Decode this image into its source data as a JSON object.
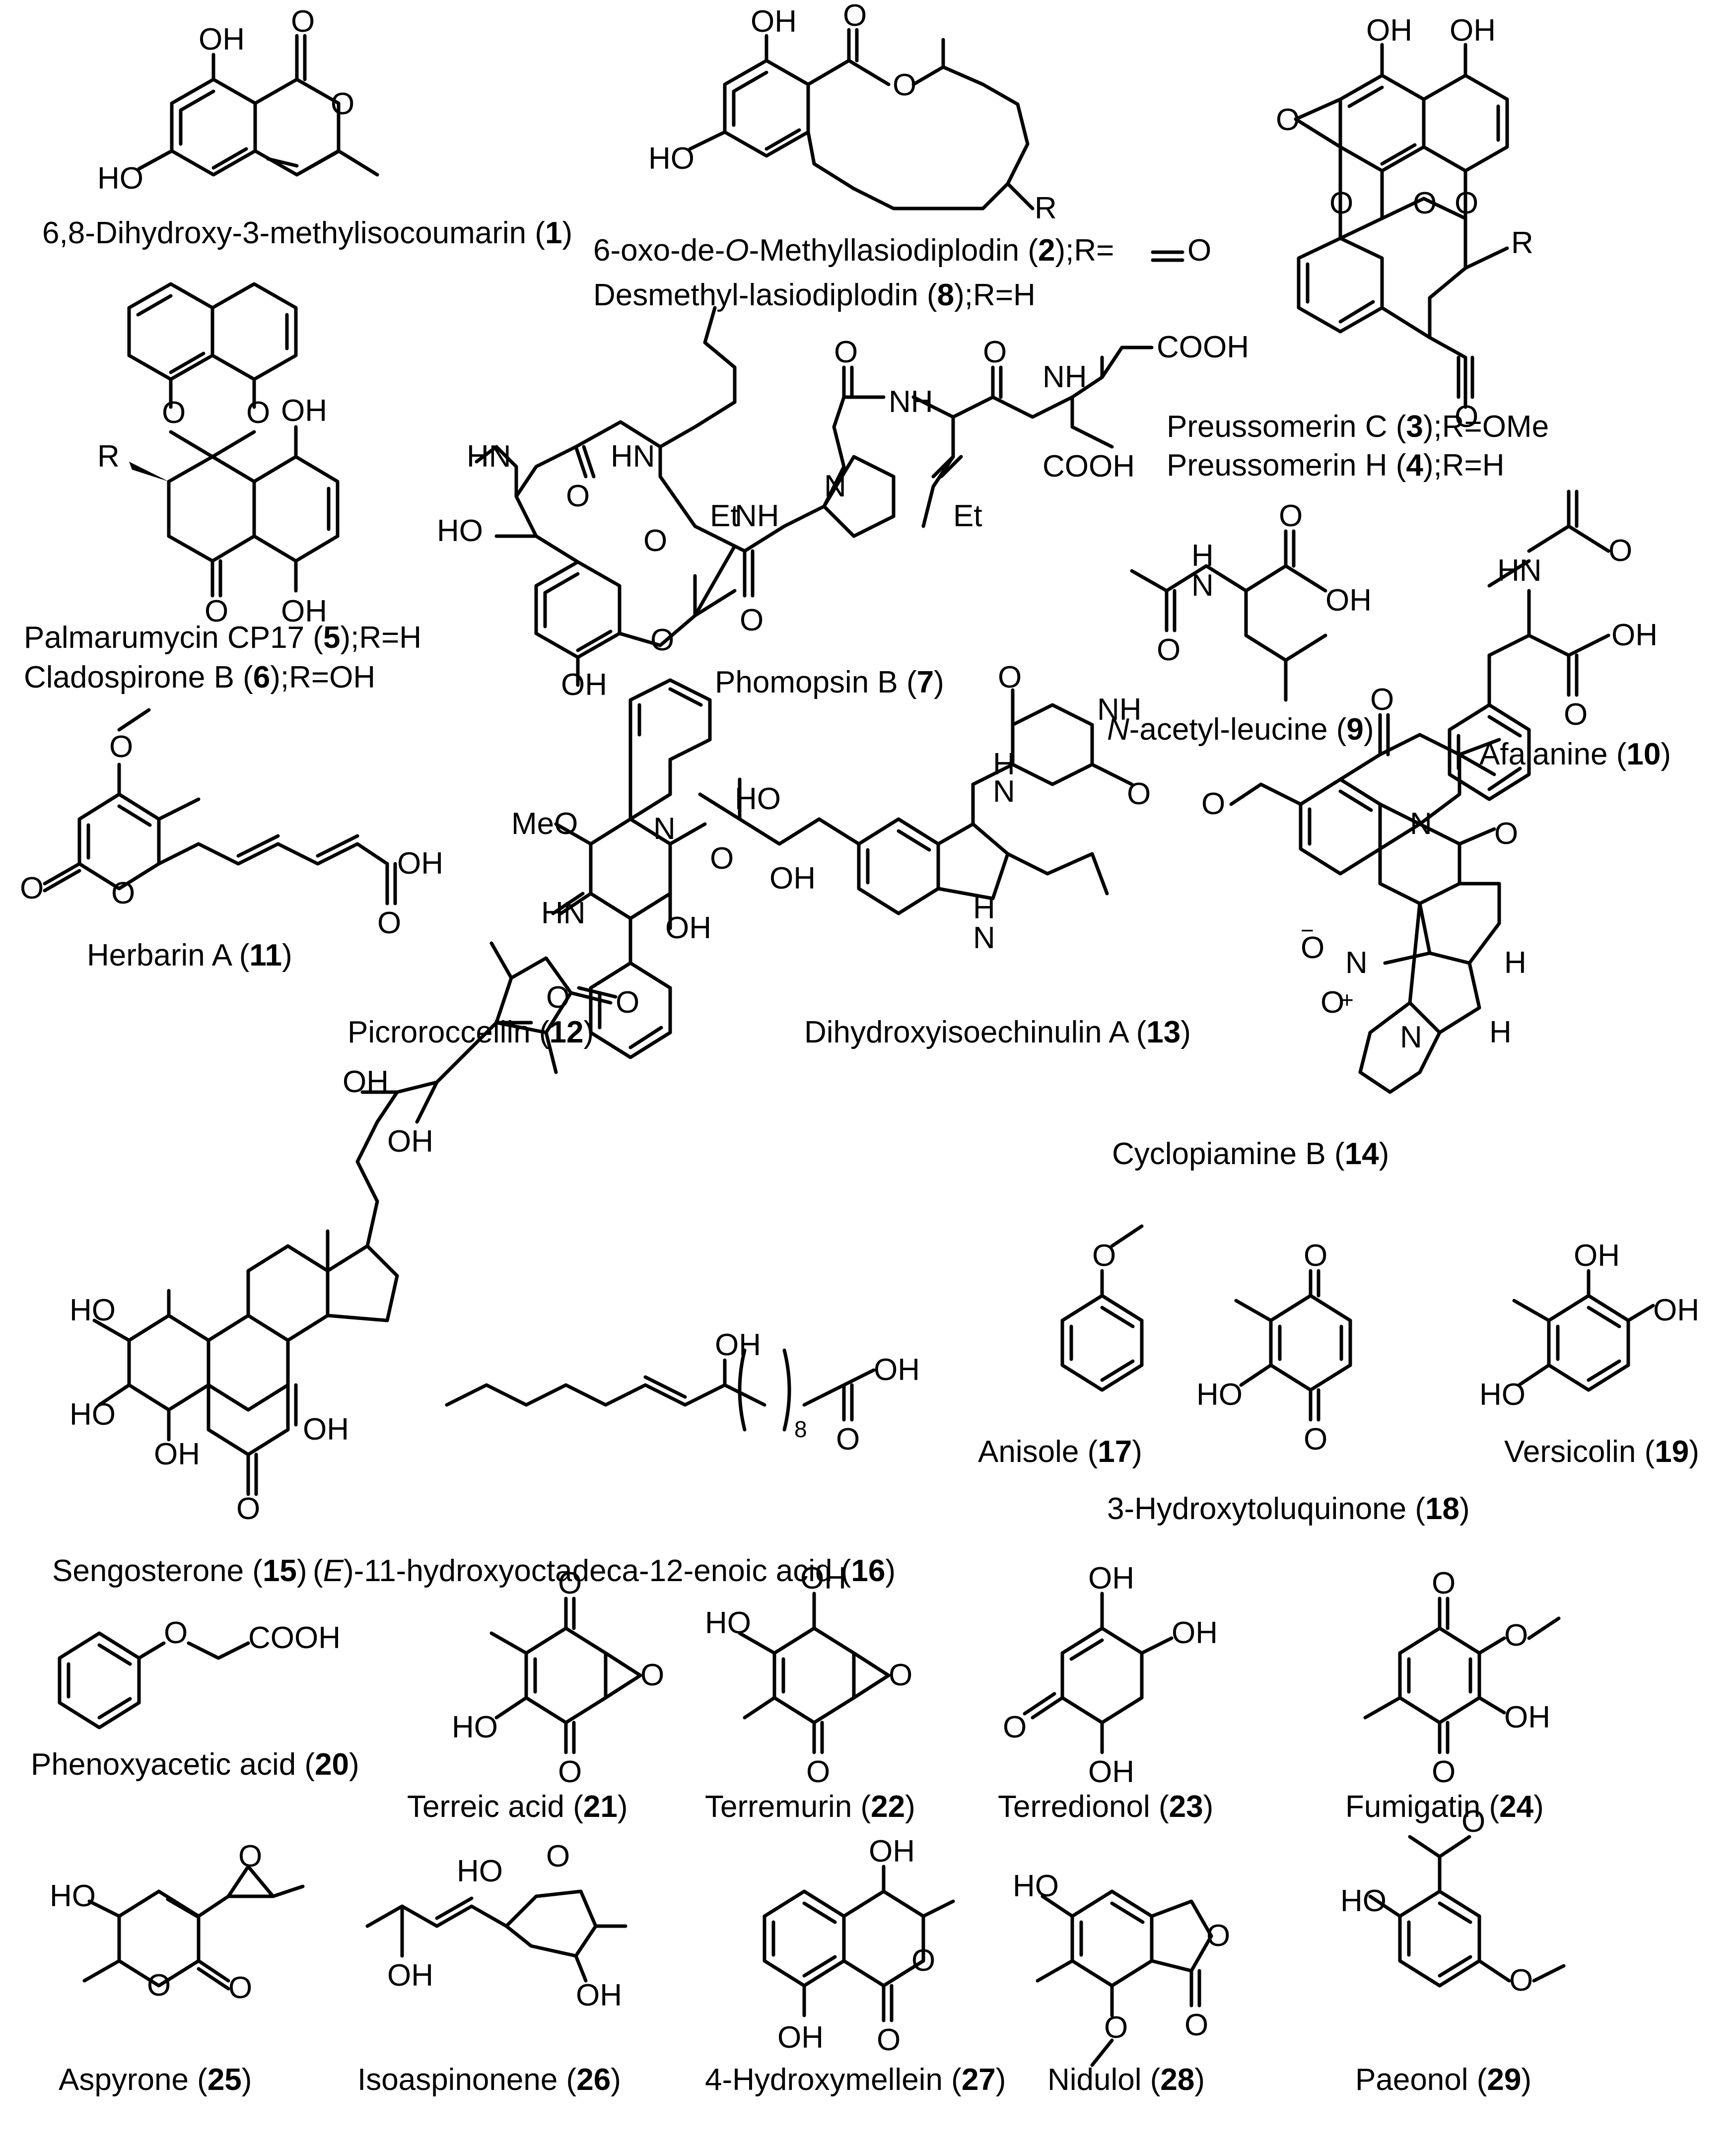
{
  "compounds": [
    {
      "n": "1",
      "name": "6,8-Dihydroxy-3-methylisocoumarin"
    },
    {
      "n": "2",
      "name": "6-oxo-de-O-Methyllasiodiplodin",
      "r": "R=O"
    },
    {
      "n": "8",
      "name": "Desmethyl-lasiodiplodin",
      "r": "R=H"
    },
    {
      "n": "3",
      "name": "Preussomerin C",
      "r": "R=OMe"
    },
    {
      "n": "4",
      "name": "Preussomerin H",
      "r": "R=H"
    },
    {
      "n": "5",
      "name": "Palmarumycin CP17",
      "r": "R=H"
    },
    {
      "n": "6",
      "name": "Cladospirone B",
      "r": "R=OH"
    },
    {
      "n": "7",
      "name": "Phomopsin B"
    },
    {
      "n": "9",
      "name": "N-acetyl-leucine"
    },
    {
      "n": "10",
      "name": "Afalanine"
    },
    {
      "n": "11",
      "name": "Herbarin A"
    },
    {
      "n": "12",
      "name": "Picroroccellin"
    },
    {
      "n": "13",
      "name": "Dihydroxyisoechinulin A"
    },
    {
      "n": "14",
      "name": "Cyclopiamine B"
    },
    {
      "n": "15",
      "name": "Sengosterone"
    },
    {
      "n": "16",
      "name": "(E)-11-hydroxyoctadeca-12-enoic acid"
    },
    {
      "n": "17",
      "name": "Anisole"
    },
    {
      "n": "18",
      "name": "3-Hydroxytoluquinone"
    },
    {
      "n": "19",
      "name": "Versicolin"
    },
    {
      "n": "20",
      "name": "Phenoxyacetic acid"
    },
    {
      "n": "21",
      "name": "Terreic  acid"
    },
    {
      "n": "22",
      "name": "Terremurin"
    },
    {
      "n": "23",
      "name": "Terredionol"
    },
    {
      "n": "24",
      "name": "Fumigatin"
    },
    {
      "n": "25",
      "name": "Aspyrone"
    },
    {
      "n": "26",
      "name": "Isoaspinonene"
    },
    {
      "n": "27",
      "name": "4-Hydroxymellein"
    },
    {
      "n": "28",
      "name": "Nidulol"
    },
    {
      "n": "29",
      "name": "Paeonol"
    }
  ],
  "atom_labels": {
    "oh": "OH",
    "ho": "HO",
    "o": "O",
    "r": "R",
    "me": "MeO",
    "n": "N",
    "nh": "NH",
    "hn": "HN",
    "h": "H",
    "et": "Et",
    "cooh": "COOH",
    "no2n": "N",
    "plus": "+",
    "minus": "−",
    "sub8": "8"
  }
}
